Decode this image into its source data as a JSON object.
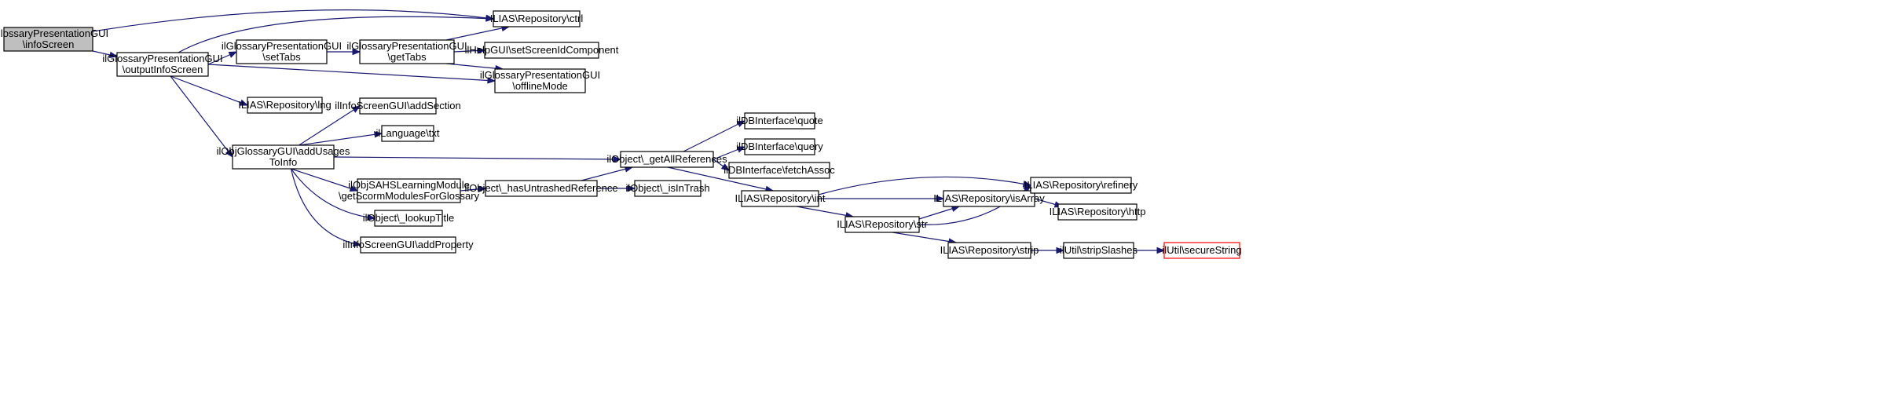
{
  "graph": {
    "edge_color": "#191970",
    "root_fill": "#bfbfbf",
    "highlight_stroke": "#ff0000",
    "nodes": [
      {
        "id": "n0",
        "lines": [
          "ilGlossaryPresentationGUI",
          "\\infoScreen"
        ],
        "style": "root"
      },
      {
        "id": "n1",
        "lines": [
          "ilGlossaryPresentationGUI",
          "\\outputInfoScreen"
        ]
      },
      {
        "id": "n2",
        "lines": [
          "ILIAS\\Repository\\ctrl"
        ]
      },
      {
        "id": "n3",
        "lines": [
          "ilGlossaryPresentationGUI",
          "\\setTabs"
        ]
      },
      {
        "id": "n4",
        "lines": [
          "ilGlossaryPresentationGUI",
          "\\getTabs"
        ]
      },
      {
        "id": "n5",
        "lines": [
          "ilHelpGUI\\setScreenIdComponent"
        ]
      },
      {
        "id": "n6",
        "lines": [
          "ilGlossaryPresentationGUI",
          "\\offlineMode"
        ]
      },
      {
        "id": "n7",
        "lines": [
          "ILIAS\\Repository\\lng"
        ]
      },
      {
        "id": "n8",
        "lines": [
          "ilObjGlossaryGUI\\addUsages",
          "ToInfo"
        ]
      },
      {
        "id": "n9",
        "lines": [
          "ilInfoScreenGUI\\addSection"
        ]
      },
      {
        "id": "n10",
        "lines": [
          "ilLanguage\\txt"
        ]
      },
      {
        "id": "n11",
        "lines": [
          "ilObject\\_getAllReferences"
        ]
      },
      {
        "id": "n12",
        "lines": [
          "ilObjSAHSLearningModule",
          "\\getScormModulesForGlossary"
        ]
      },
      {
        "id": "n13",
        "lines": [
          "ilObject\\_lookupTitle"
        ]
      },
      {
        "id": "n14",
        "lines": [
          "ilInfoScreenGUI\\addProperty"
        ]
      },
      {
        "id": "n15",
        "lines": [
          "ilObject\\_hasUntrashedReference"
        ]
      },
      {
        "id": "n16",
        "lines": [
          "ilObject\\_isInTrash"
        ]
      },
      {
        "id": "n17",
        "lines": [
          "ilDBInterface\\quote"
        ]
      },
      {
        "id": "n18",
        "lines": [
          "ilDBInterface\\query"
        ]
      },
      {
        "id": "n19",
        "lines": [
          "ilDBInterface\\fetchAssoc"
        ]
      },
      {
        "id": "n20",
        "lines": [
          "ILIAS\\Repository\\int"
        ]
      },
      {
        "id": "n21",
        "lines": [
          "ILIAS\\Repository\\isArray"
        ]
      },
      {
        "id": "n22",
        "lines": [
          "ILIAS\\Repository\\refinery"
        ]
      },
      {
        "id": "n23",
        "lines": [
          "ILIAS\\Repository\\str"
        ]
      },
      {
        "id": "n24",
        "lines": [
          "ILIAS\\Repository\\http"
        ]
      },
      {
        "id": "n25",
        "lines": [
          "ILIAS\\Repository\\strip"
        ]
      },
      {
        "id": "n26",
        "lines": [
          "ilUtil\\stripSlashes"
        ]
      },
      {
        "id": "n27",
        "lines": [
          "ilUtil\\secureString"
        ],
        "style": "highlight"
      }
    ],
    "edges": [
      {
        "from": "n0",
        "to": "n1"
      },
      {
        "from": "n0",
        "to": "n2"
      },
      {
        "from": "n1",
        "to": "n2"
      },
      {
        "from": "n1",
        "to": "n3"
      },
      {
        "from": "n1",
        "to": "n6"
      },
      {
        "from": "n1",
        "to": "n7"
      },
      {
        "from": "n1",
        "to": "n8"
      },
      {
        "from": "n3",
        "to": "n4"
      },
      {
        "from": "n4",
        "to": "n2"
      },
      {
        "from": "n4",
        "to": "n5"
      },
      {
        "from": "n4",
        "to": "n6"
      },
      {
        "from": "n8",
        "to": "n9"
      },
      {
        "from": "n8",
        "to": "n10"
      },
      {
        "from": "n8",
        "to": "n11"
      },
      {
        "from": "n8",
        "to": "n12"
      },
      {
        "from": "n8",
        "to": "n13"
      },
      {
        "from": "n8",
        "to": "n14"
      },
      {
        "from": "n12",
        "to": "n15"
      },
      {
        "from": "n15",
        "to": "n11"
      },
      {
        "from": "n15",
        "to": "n16"
      },
      {
        "from": "n11",
        "to": "n17"
      },
      {
        "from": "n11",
        "to": "n18"
      },
      {
        "from": "n11",
        "to": "n19"
      },
      {
        "from": "n11",
        "to": "n20"
      },
      {
        "from": "n20",
        "to": "n22"
      },
      {
        "from": "n20",
        "to": "n21"
      },
      {
        "from": "n20",
        "to": "n23"
      },
      {
        "from": "n21",
        "to": "n22"
      },
      {
        "from": "n21",
        "to": "n24"
      },
      {
        "from": "n23",
        "to": "n21"
      },
      {
        "from": "n23",
        "to": "n22"
      },
      {
        "from": "n23",
        "to": "n25"
      },
      {
        "from": "n25",
        "to": "n26"
      },
      {
        "from": "n26",
        "to": "n27"
      }
    ]
  }
}
